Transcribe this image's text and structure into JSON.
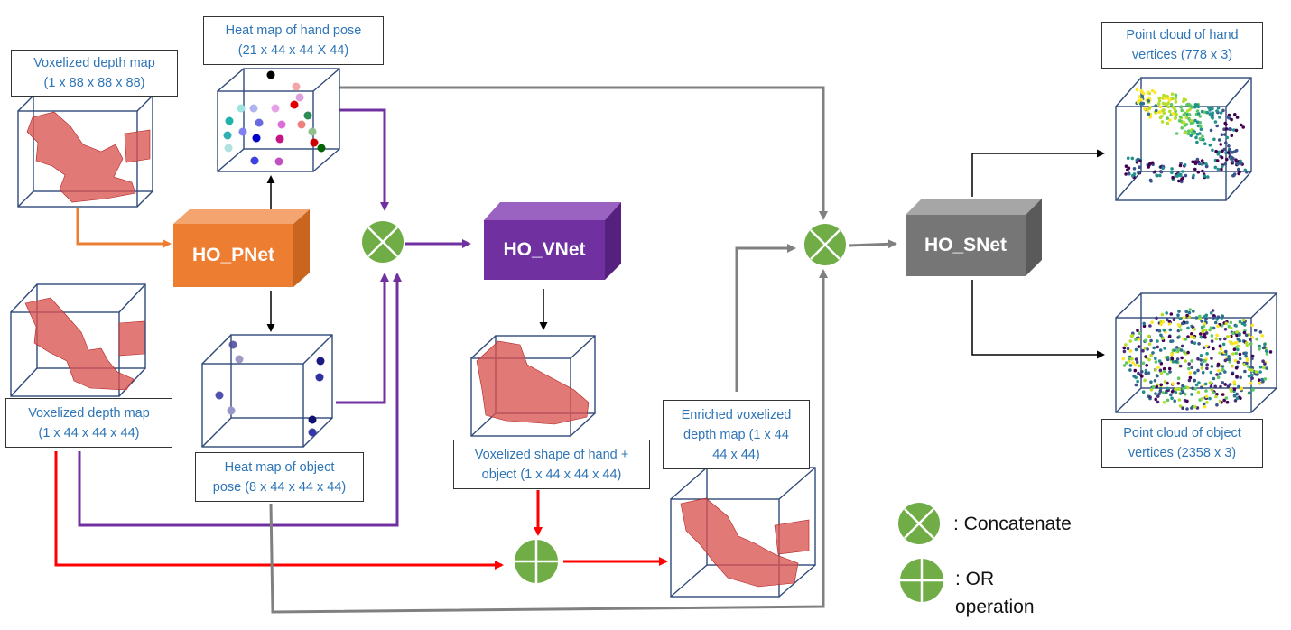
{
  "networks": {
    "pnet": {
      "label": "HO_PNet",
      "color": "#ED7D31"
    },
    "vnet": {
      "label": "HO_VNet",
      "color": "#7030A0"
    },
    "snet": {
      "label": "HO_SNet",
      "color": "#767676"
    }
  },
  "labels": {
    "voxel_88": {
      "line1": "Voxelized depth map",
      "line2": "(1 x 88 x 88 x 88)"
    },
    "hand_heat": {
      "line1": "Heat map of hand pose",
      "line2": "(21 x 44 x 44 X 44)"
    },
    "voxel_44": {
      "line1": "Voxelized depth map",
      "line2": "(1 x 44 x 44 x 44)"
    },
    "obj_heat": {
      "line1": "Heat map of object",
      "line2": "pose (8 x 44 x 44 x 44)"
    },
    "vox_shape": {
      "line1": "Voxelized shape of hand +",
      "line2": "object (1 x 44 x 44 x 44)"
    },
    "enriched": {
      "line1": "Enriched voxelized",
      "line2": "depth map (1 x 44",
      "line3": "44 x 44)"
    },
    "pc_hand": {
      "line1": "Point cloud of hand",
      "line2": "vertices (778 x 3)"
    },
    "pc_object": {
      "line1": "Point cloud of object",
      "line2": "vertices (2358 x 3)"
    }
  },
  "legend": {
    "concat": ": Concatenate",
    "or_line1": ": OR",
    "or_line2": "operation"
  },
  "colors": {
    "label_text": "#2E75B6",
    "operator": "#70AD47",
    "arrow_orange": "#ED7D31",
    "arrow_purple": "#7030A0",
    "arrow_gray": "#808080",
    "arrow_red": "#FF0000",
    "arrow_black": "#000000",
    "voxel": "#D9534F",
    "cube_edge": "#2F4A7A"
  },
  "icons": {
    "concat": "circle-cross-icon",
    "or": "circle-plus-icon"
  }
}
